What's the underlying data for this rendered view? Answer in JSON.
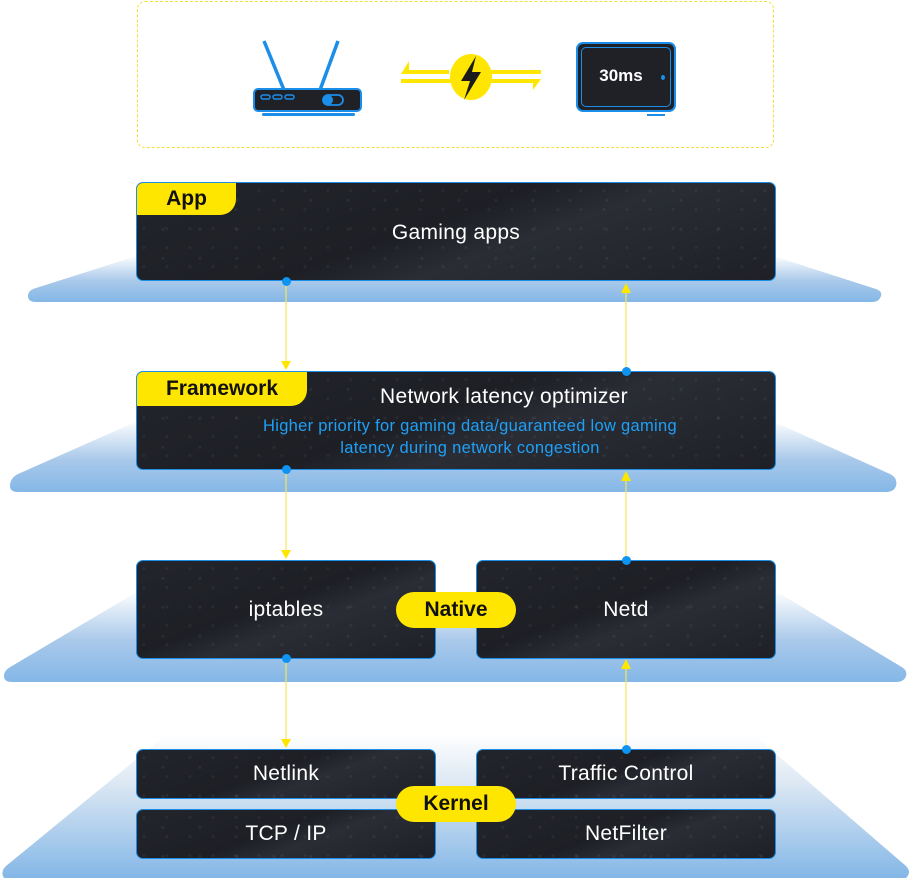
{
  "top_panel": {
    "latency_label": "30ms",
    "icons": [
      "router-icon",
      "lightning-exchange-icon",
      "game-console-icon"
    ]
  },
  "layers": {
    "app": {
      "tag": "App",
      "title": "Gaming apps"
    },
    "framework": {
      "tag": "Framework",
      "title": "Network latency optimizer",
      "description_line1": "Higher priority for gaming data/guaranteed low gaming",
      "description_line2": "latency during network congestion"
    },
    "native": {
      "tag": "Native",
      "left": "iptables",
      "right": "Netd"
    },
    "kernel": {
      "tag": "Kernel",
      "top_left": "Netlink",
      "top_right": "Traffic Control",
      "bottom_left": "TCP / IP",
      "bottom_right": "NetFilter"
    }
  },
  "flows": {
    "down_path": [
      "Gaming apps",
      "Network latency optimizer",
      "iptables",
      "Netlink"
    ],
    "up_path": [
      "Traffic Control",
      "Netd",
      "Network latency optimizer",
      "Gaming apps"
    ]
  },
  "colors": {
    "accent_yellow": "#ffe600",
    "accent_blue": "#0e93f0",
    "card_dark": "#1f2127",
    "platform_blue": "#86b9e8"
  }
}
